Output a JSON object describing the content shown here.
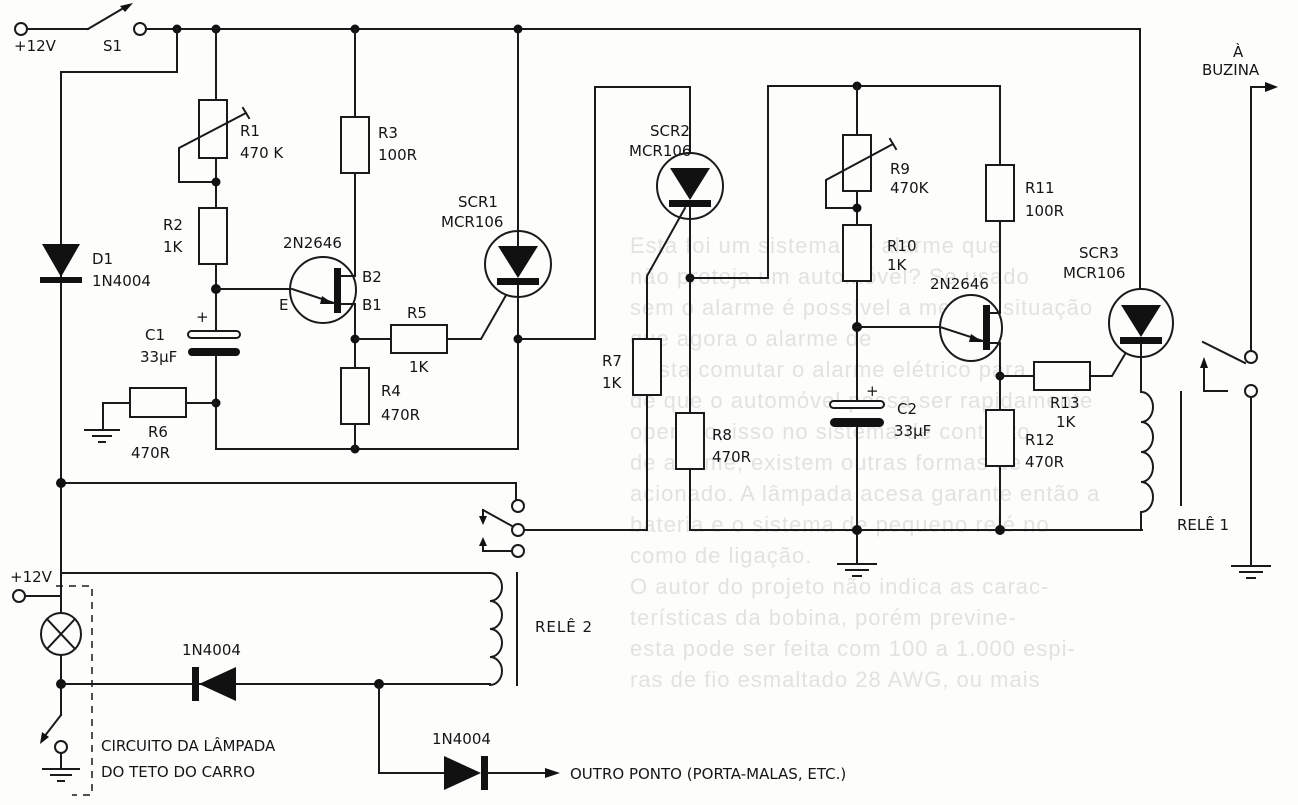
{
  "supply": {
    "main": "+12V",
    "lamp": "+12V",
    "switch": "S1"
  },
  "components": {
    "R1": {
      "name": "R1",
      "value": "470 K"
    },
    "R2": {
      "name": "R2",
      "value": "1K"
    },
    "R3": {
      "name": "R3",
      "value": "100R"
    },
    "R4": {
      "name": "R4",
      "value": "470R"
    },
    "R5": {
      "name": "R5",
      "value": "1K"
    },
    "R6": {
      "name": "R6",
      "value": "470R"
    },
    "R7": {
      "name": "R7",
      "value": "1K"
    },
    "R8": {
      "name": "R8",
      "value": "470R"
    },
    "R9": {
      "name": "R9",
      "value": "470K"
    },
    "R10": {
      "name": "R10",
      "value": "1K"
    },
    "R11": {
      "name": "R11",
      "value": "100R"
    },
    "R12": {
      "name": "R12",
      "value": "470R"
    },
    "R13": {
      "name": "R13",
      "value": "1K"
    },
    "C1": {
      "name": "C1",
      "value": "33µF"
    },
    "C2": {
      "name": "C2",
      "value": "33µF"
    },
    "D1": {
      "name": "D1",
      "value": "1N4004"
    },
    "D2": {
      "value": "1N4004"
    },
    "D3": {
      "value": "1N4004"
    },
    "Q1": {
      "value": "2N2646",
      "e": "E",
      "b1": "B1",
      "b2": "B2"
    },
    "Q2": {
      "value": "2N2646"
    },
    "SCR1": {
      "name": "SCR1",
      "value": "MCR106"
    },
    "SCR2": {
      "name": "SCR2",
      "value": "MCR106"
    },
    "SCR3": {
      "name": "SCR3",
      "value": "MCR106"
    },
    "plus1": "+",
    "plus2": "+"
  },
  "relays": {
    "rele1": "RELÊ 1",
    "rele2": "RELÊ 2"
  },
  "outputs": {
    "buzina_top": "À",
    "buzina": "BUZINA",
    "outro": "OUTRO PONTO (PORTA-MALAS, ETC.)",
    "lamp_line1": "CIRCUITO DA LÂMPADA",
    "lamp_line2": "DO TETO DO CARRO"
  },
  "background_text": [
    "Esta foi um sistema de alarme que",
    "não proteja um automóvel? Se usado",
    "sem o alarme é possível a mesma situação",
    "que agora o alarme de",
    "Basta comutar o alarme elétrico para",
    "de que o automóvel possa ser rapidamente",
    "operado, isso no sistema de contacto",
    "de alarme, existem outras formas de",
    "acionado. A lâmpada acesa garante então a",
    "bateria e o sistema de pequeno relé no",
    "como de ligação.",
    "O autor do projeto não indica as carac-",
    "terísticas da bobina, porém previne-",
    "esta pode ser feita com 100 a 1.000 espi-",
    "ras de fio esmaltado 28 AWG, ou mais"
  ]
}
